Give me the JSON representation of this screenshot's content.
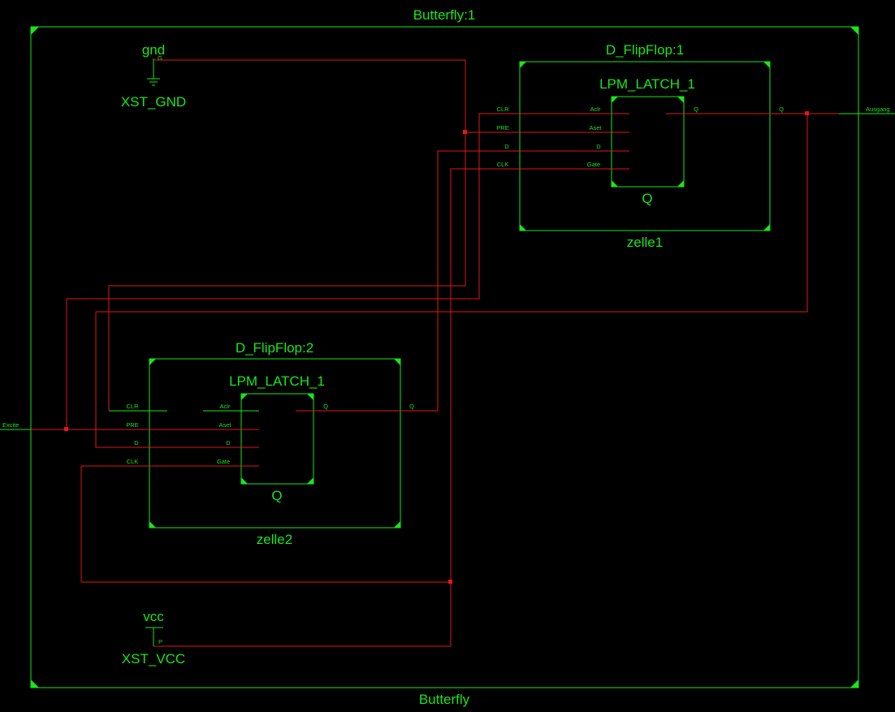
{
  "colors": {
    "background": "#000000",
    "symbol": "#19e619",
    "net": "#e01818"
  },
  "top_module": {
    "instance": "Butterfly:1",
    "name": "Butterfly"
  },
  "ports": {
    "in": "Excite",
    "out": "Ausgang"
  },
  "gnd": {
    "title": "gnd",
    "pin": "G",
    "name": "XST_GND"
  },
  "vcc": {
    "title": "vcc",
    "pin": "P",
    "name": "XST_VCC"
  },
  "ff1": {
    "instance": "D_FlipFlop:1",
    "name": "zelle1",
    "latch": {
      "name": "LPM_LATCH_1",
      "label": "Q"
    },
    "pins_in": [
      "CLR",
      "PRE",
      "D",
      "CLK"
    ],
    "latch_pins": [
      "Aclr",
      "Aset",
      "D",
      "Gate"
    ],
    "latch_out": "Q",
    "pin_out": "Q"
  },
  "ff2": {
    "instance": "D_FlipFlop:2",
    "name": "zelle2",
    "latch": {
      "name": "LPM_LATCH_1",
      "label": "Q"
    },
    "pins_in": [
      "CLR",
      "PRE",
      "D",
      "CLK"
    ],
    "latch_pins": [
      "Aclr",
      "Aset",
      "D",
      "Gate"
    ],
    "latch_out": "Q",
    "pin_out": "Q"
  }
}
